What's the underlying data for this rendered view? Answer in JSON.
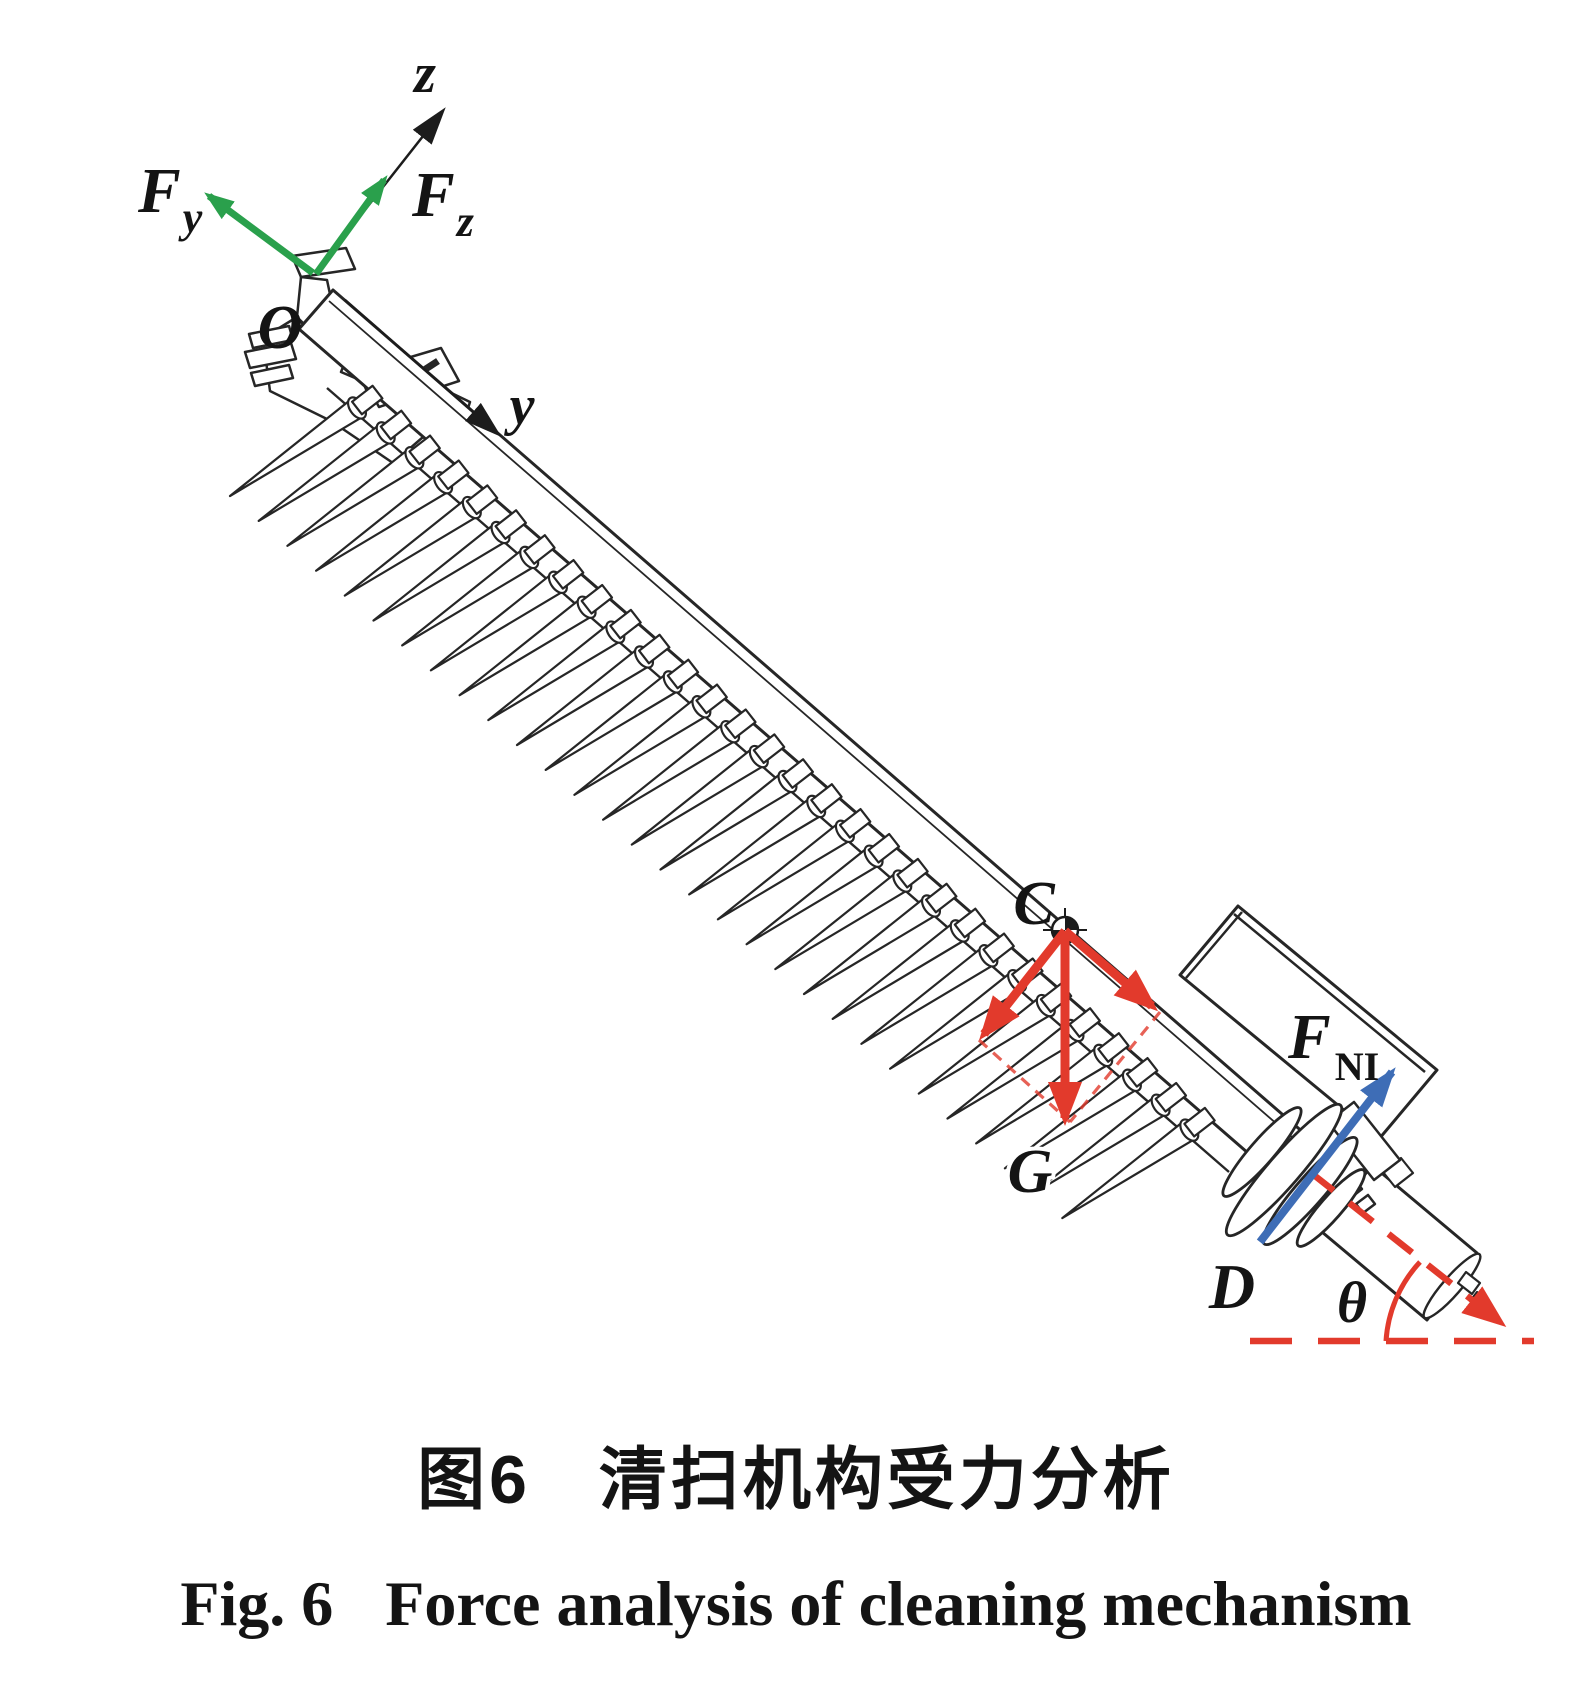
{
  "figure": {
    "coordinate_labels": {
      "z_axis": "z",
      "y_axis": "y",
      "origin": "O"
    },
    "force_labels": {
      "force_y": {
        "main": "F",
        "sub": "y"
      },
      "force_z": {
        "main": "F",
        "sub": "z"
      },
      "normal_force": {
        "main": "F",
        "sub": "NI"
      },
      "gravity": "G",
      "centroid": "C",
      "contact_point": "D",
      "tilt_angle": "θ"
    },
    "colors": {
      "support_reaction_arrows": "#2aa04c",
      "gravity_component_arrows": "#e23a2c",
      "normal_force_arrow": "#3e6db6",
      "line_art": "#262626"
    }
  },
  "caption": {
    "zh_label": "图6",
    "zh_title": "清扫机构受力分析",
    "en_label": "Fig. 6",
    "en_title": "Force analysis of cleaning mechanism"
  }
}
